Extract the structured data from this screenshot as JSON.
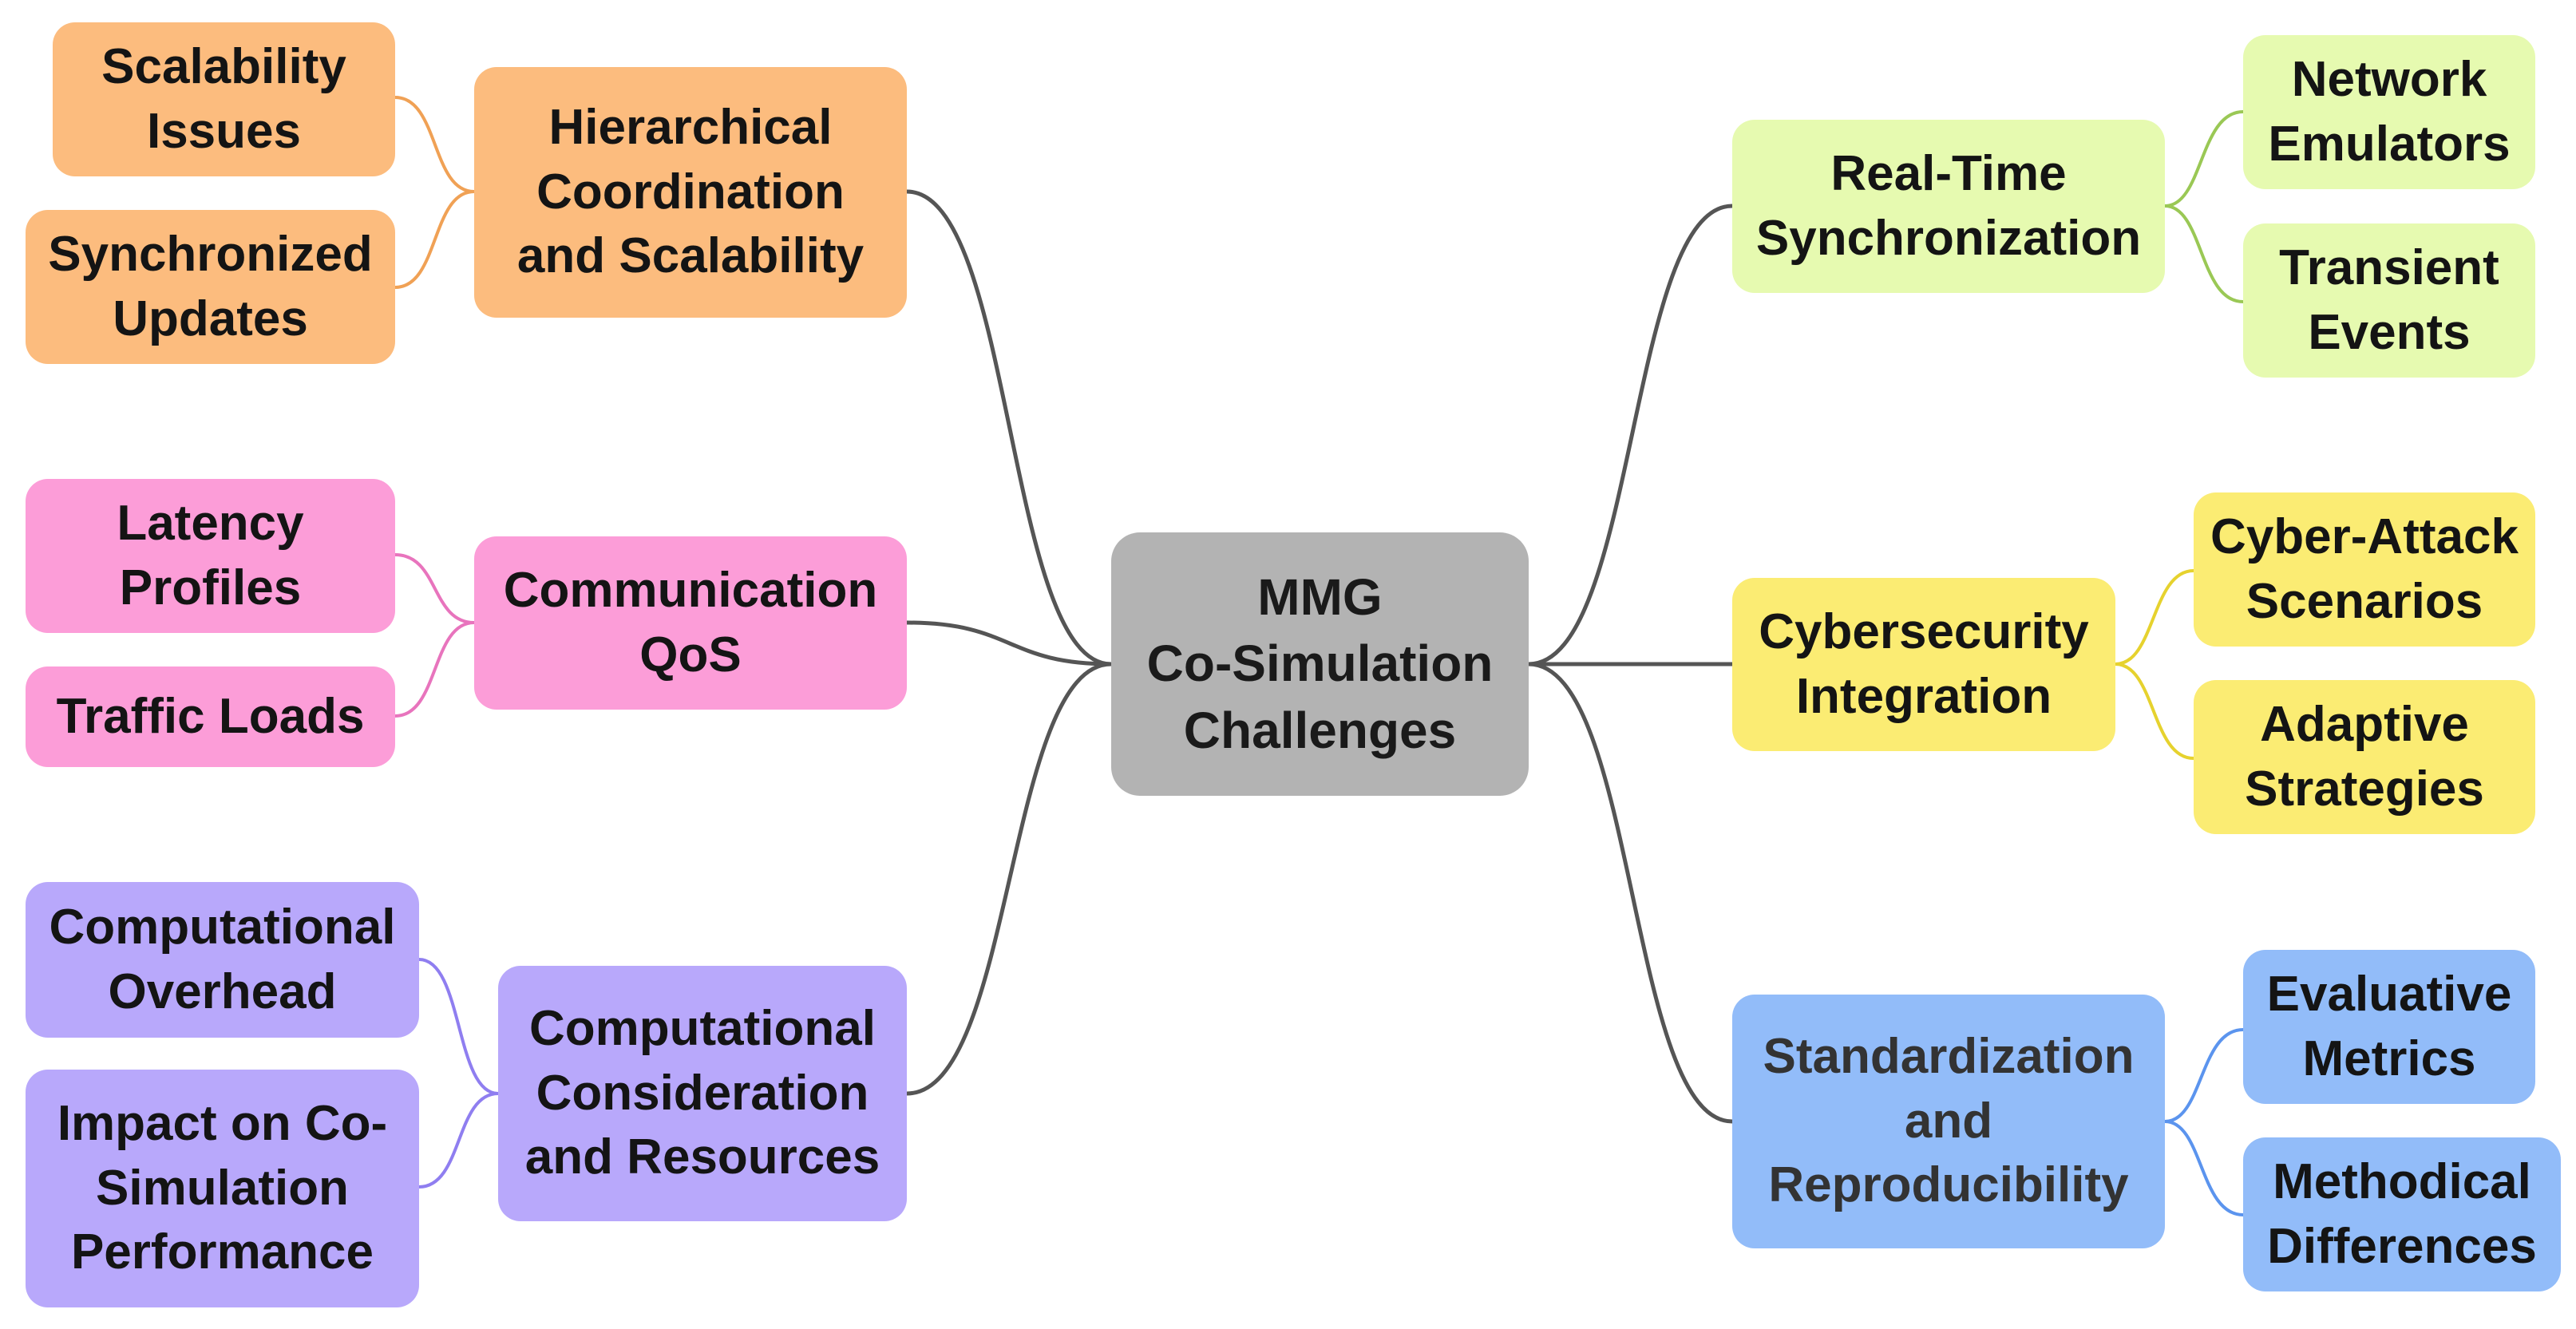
{
  "center": {
    "label": "MMG\nCo-Simulation\nChallenges"
  },
  "branches": {
    "hierarchical": {
      "label": "Hierarchical\nCoordination\nand Scalability",
      "children": [
        "Scalability\nIssues",
        "Synchronized\nUpdates"
      ]
    },
    "communication": {
      "label": "Communication\nQoS",
      "children": [
        "Latency\nProfiles",
        "Traffic Loads"
      ]
    },
    "computational": {
      "label": "Computational\nConsideration\nand Resources",
      "children": [
        "Computational\nOverhead",
        "Impact on Co-\nSimulation\nPerformance"
      ]
    },
    "realtime": {
      "label": "Real-Time\nSynchronization",
      "children": [
        "Network\nEmulators",
        "Transient\nEvents"
      ]
    },
    "cyber": {
      "label": "Cybersecurity\nIntegration",
      "children": [
        "Cyber-Attack\nScenarios",
        "Adaptive\nStrategies"
      ]
    },
    "standard": {
      "label": "Standardization\nand\nReproducibility",
      "children": [
        "Evaluative\nMetrics",
        "Methodical\nDifferences"
      ]
    }
  },
  "colors": {
    "center": "#b3b3b3",
    "orange": "#fcbc7e",
    "pink": "#fc9dd8",
    "purple": "#b8a8fb",
    "green": "#e6fab0",
    "yellow": "#fbec73",
    "blue": "#92bcf9",
    "trunk_link": "#555555"
  }
}
